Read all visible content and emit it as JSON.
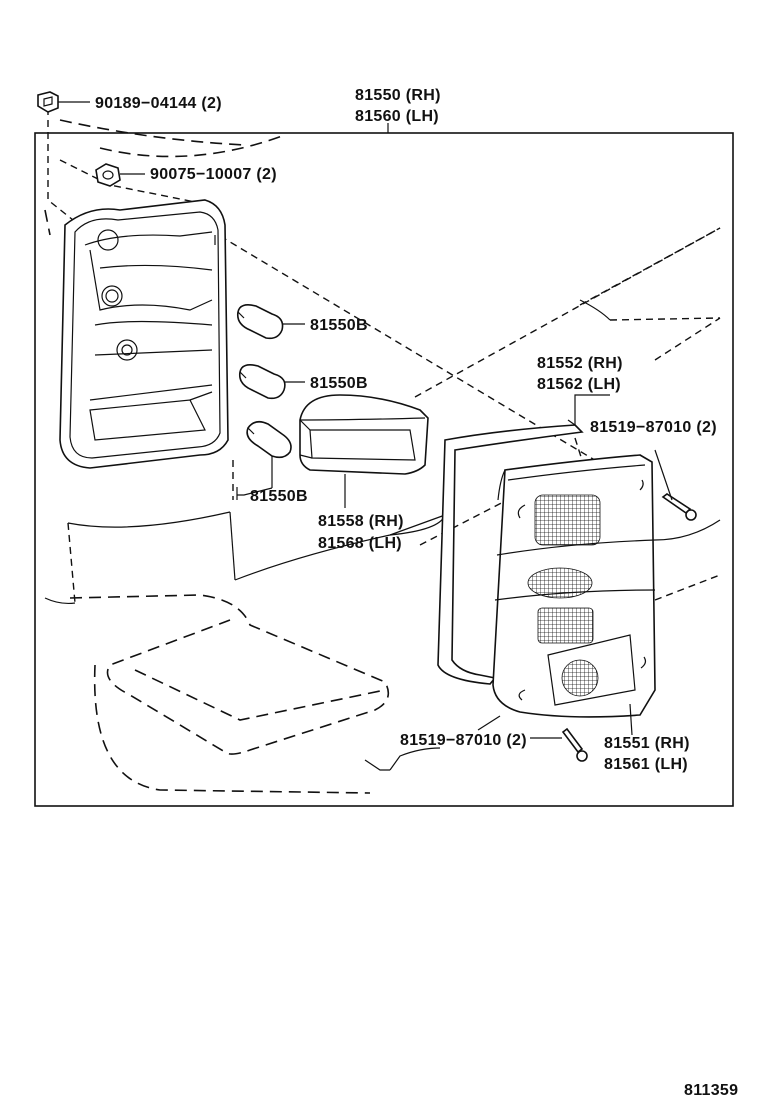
{
  "parts": {
    "main_assembly": {
      "rh": "81550 (RH)",
      "lh": "81560 (LH)"
    },
    "clip": "90189−04144 (2)",
    "nut": "90075−10007 (2)",
    "bulb_1": "81550B",
    "bulb_2": "81550B",
    "bulb_3": "81550B",
    "gasket": {
      "rh": "81552 (RH)",
      "lh": "81562 (LH)"
    },
    "screw_upper": "81519−87010 (2)",
    "lens_small": {
      "rh": "81558 (RH)",
      "lh": "81568 (LH)"
    },
    "screw_lower": "81519−87010 (2)",
    "lens_main": {
      "rh": "81551 (RH)",
      "lh": "81561 (LH)"
    }
  },
  "diagram_number": "811359"
}
